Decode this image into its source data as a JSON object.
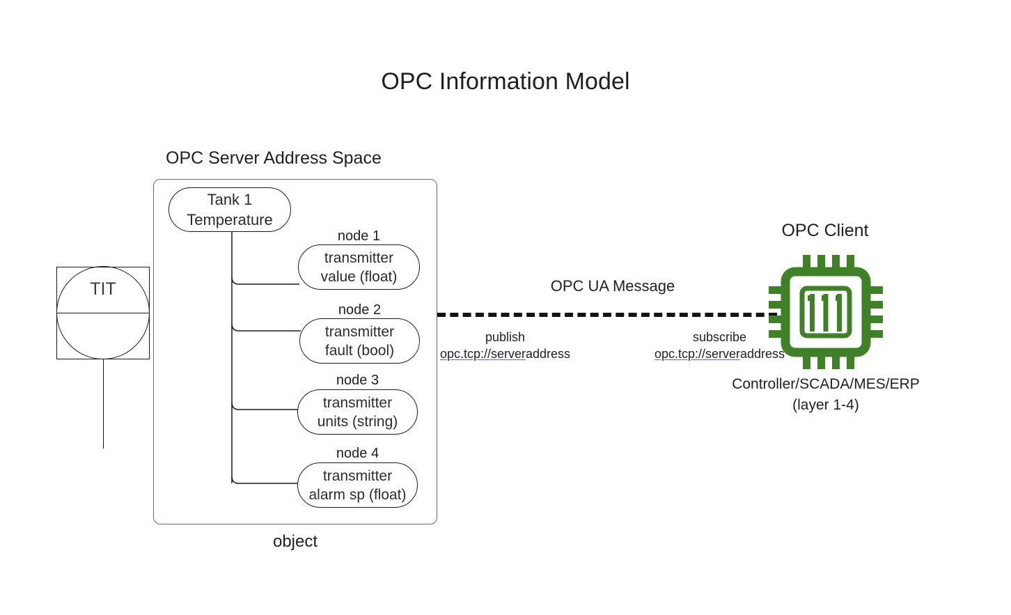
{
  "title": "OPC Information Model",
  "server": {
    "caption": "OPC Server Address Space",
    "object_caption": "object",
    "object_node": {
      "line1": "Tank 1",
      "line2": "Temperature"
    },
    "nodes": [
      {
        "label": "node 1",
        "line1": "transmitter",
        "line2": "value (float)"
      },
      {
        "label": "node 2",
        "line1": "transmitter",
        "line2": "fault (bool)"
      },
      {
        "label": "node 3",
        "line1": "transmitter",
        "line2": "units (string)"
      },
      {
        "label": "node 4",
        "line1": "transmitter",
        "line2": "alarm sp (float)"
      }
    ]
  },
  "instrument": {
    "tag": "TIT"
  },
  "messaging": {
    "label": "OPC UA Message",
    "publish": {
      "action": "publish",
      "url_link": "opc.tcp://server",
      "url_rest": "address"
    },
    "subscribe": {
      "action": "subscribe",
      "url_link": "opc.tcp://server",
      "url_rest": "address"
    }
  },
  "client": {
    "caption": "OPC Client",
    "sub_line1": "Controller/SCADA/MES/ERP",
    "sub_line2": "(layer 1-4)",
    "icon": "cpu-chip-icon"
  },
  "colors": {
    "chip_green": "#3f8029",
    "stroke": "#1a1a1a",
    "container_stroke": "#666a6e",
    "link_underline": "#6b6bbd",
    "background": "#ffffff"
  }
}
